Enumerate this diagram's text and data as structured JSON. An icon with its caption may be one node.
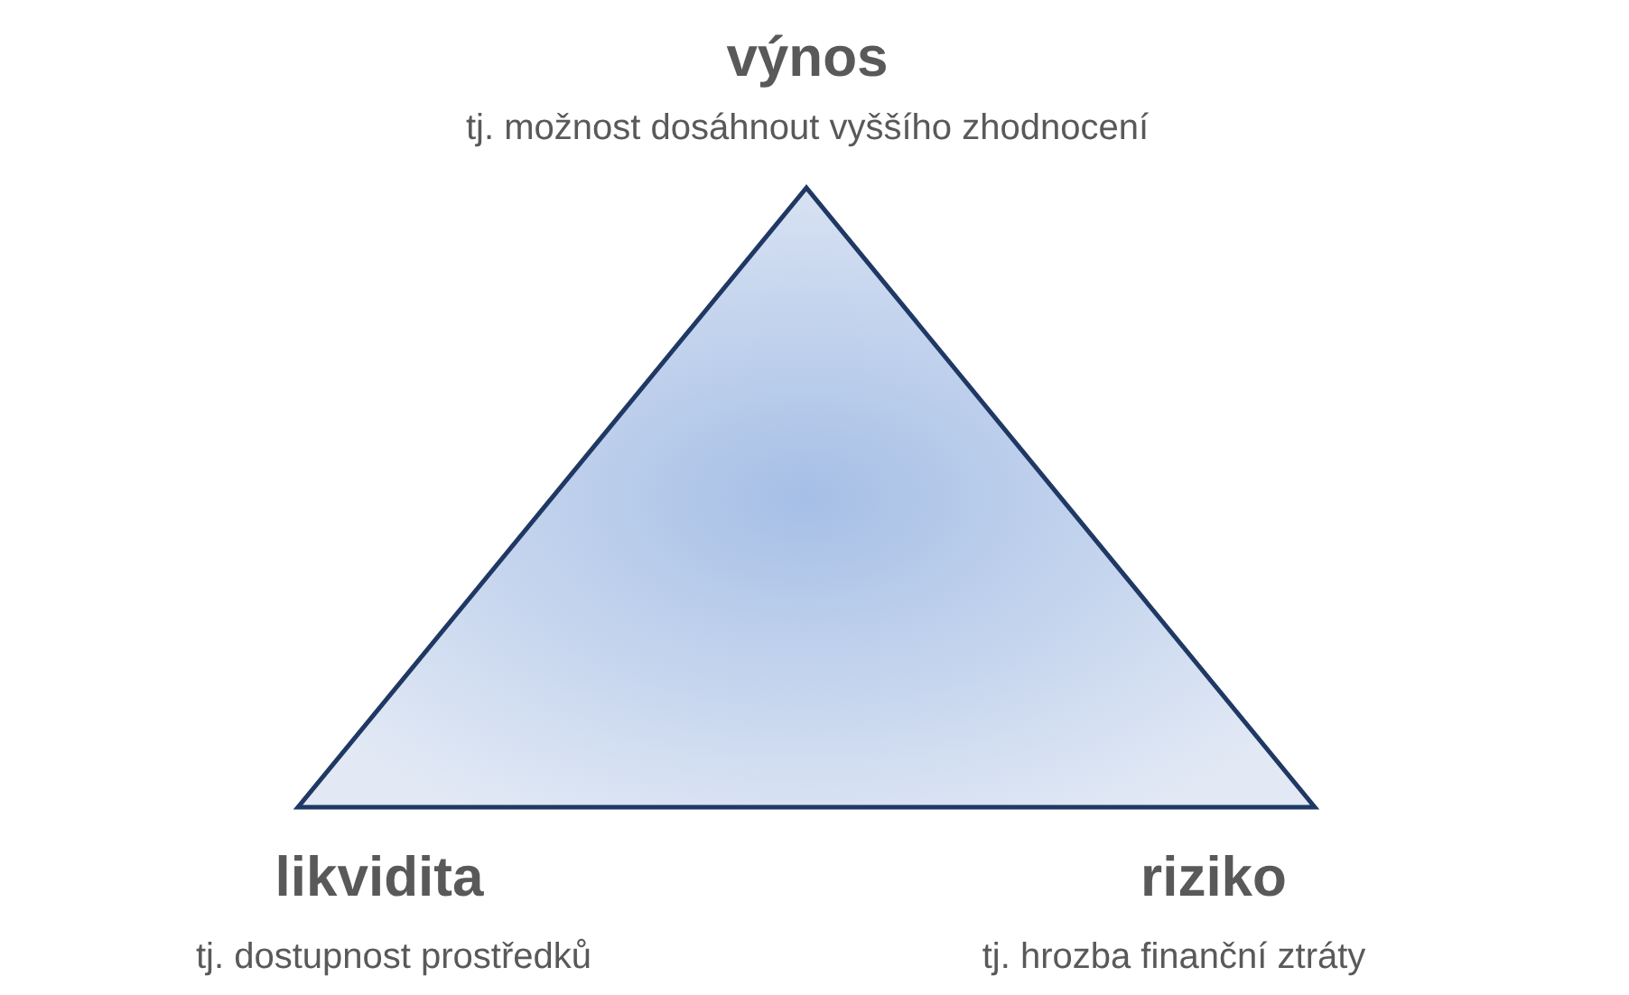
{
  "diagram": {
    "nodes": [
      {
        "text": [],
        "shape": "triangle"
      }
    ],
    "labels": [
      "výnos",
      "tj. možnost dosáhnout vyššího zhodnocení",
      "likvidita",
      "tj. dostupnost prostředků",
      "riziko",
      "tj. hrozba finanční ztráty"
    ]
  }
}
